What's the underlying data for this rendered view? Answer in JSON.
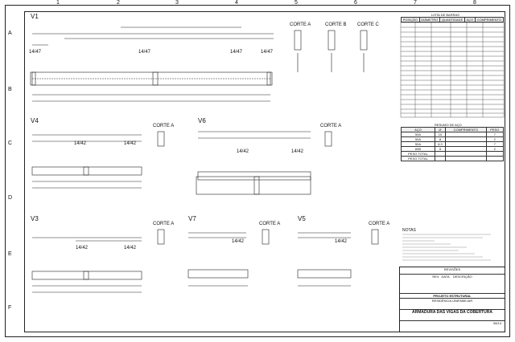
{
  "sheet": {
    "col_numbers": [
      "1",
      "2",
      "3",
      "4",
      "5",
      "6",
      "7",
      "8"
    ],
    "row_letters": [
      "A",
      "B",
      "C",
      "D",
      "E",
      "F"
    ]
  },
  "beams": {
    "v1": {
      "label": "V1",
      "sections": [
        "CORTE A",
        "CORTE B",
        "CORTE C"
      ],
      "mid_labels": [
        "14/47",
        "14/47",
        "14/47",
        "14/47"
      ]
    },
    "v4": {
      "label": "V4",
      "section": "CORTE A",
      "mid_labels": [
        "14/42",
        "14/42"
      ]
    },
    "v6": {
      "label": "V6",
      "section": "CORTE A",
      "mid_labels": [
        "14/42",
        "14/42"
      ]
    },
    "v3": {
      "label": "V3",
      "section": "CORTE A",
      "mid_labels": [
        "14/42",
        "14/42"
      ]
    },
    "v7": {
      "label": "V7",
      "section": "CORTE A",
      "mid_labels": [
        "14/42"
      ]
    },
    "v5": {
      "label": "V5",
      "section": "CORTE A",
      "mid_labels": [
        "14/42"
      ]
    }
  },
  "steel_list": {
    "title": "LISTA DE BARRAS",
    "headers": [
      "POSIÇÃO",
      "DIÂMETRO",
      "QUANTIDADE",
      "AÇO",
      "COMPRIMENTO"
    ]
  },
  "steel_summary": {
    "title": "RESUMO DE AÇO",
    "headers": [
      "AÇO",
      "Ø",
      "COMPRIMENTO",
      "PESO"
    ],
    "rows": [
      [
        "50A",
        "10",
        "",
        "7"
      ],
      [
        "50A",
        "8",
        "",
        "2"
      ],
      [
        "50A",
        "6.3",
        "",
        "7"
      ],
      [
        "60B",
        "5",
        "",
        "2"
      ]
    ],
    "total_rows": [
      "PESO TOTAL",
      "PESO TOTAL"
    ]
  },
  "notes": {
    "title": "NOTAS"
  },
  "revision": {
    "title": "REVISÕES",
    "headers": [
      "REV.",
      "DATA",
      "DESCRIÇÃO"
    ]
  },
  "title_block": {
    "project": "PROJETO ESTRUTURAL",
    "client": "RESIDÊNCIA UNIFAMILIAR",
    "drawing": "ARMADURA DAS VIGAS DA COBERTURA",
    "sheet_no": "06/14"
  }
}
